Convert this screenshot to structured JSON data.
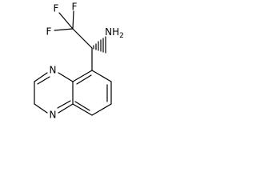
{
  "molecule": {
    "atoms": {
      "f1": "F",
      "f2": "F",
      "f3": "F",
      "nh2": "NH",
      "nh2_sub": "2",
      "n1": "N",
      "n4": "N"
    }
  }
}
